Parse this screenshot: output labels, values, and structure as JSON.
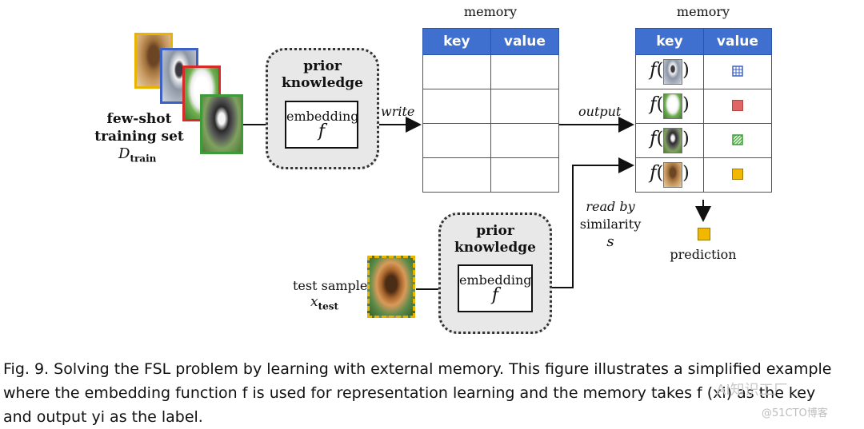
{
  "training": {
    "title_line1": "few-shot",
    "title_line2": "training set",
    "symbol": "D",
    "symbol_sub": "train",
    "photo_borders": [
      "#e8b400",
      "#3d62c4",
      "#d62b2b",
      "#3f9a3a"
    ]
  },
  "prior_box_top": {
    "title_line1": "prior",
    "title_line2": "knowledge",
    "embed_label": "embedding",
    "embed_symbol": "f"
  },
  "prior_box_bottom": {
    "title_line1": "prior",
    "title_line2": "knowledge",
    "embed_label": "embedding",
    "embed_symbol": "f"
  },
  "arrows": {
    "write": "write",
    "output": "output",
    "read_line1": "read by",
    "read_line2": "similarity",
    "read_symbol": "s"
  },
  "memory_left": {
    "title": "memory",
    "headers": [
      "key",
      "value"
    ]
  },
  "memory_right": {
    "title": "memory",
    "headers": [
      "key",
      "value"
    ],
    "rows": [
      {
        "key_symbol": "f",
        "value_color": "#3d62c4"
      },
      {
        "key_symbol": "f",
        "value_color": "#e06666"
      },
      {
        "key_symbol": "f",
        "value_color": "#6fbf5a"
      },
      {
        "key_symbol": "f",
        "value_color": "#f2b800"
      }
    ]
  },
  "prediction": {
    "label": "prediction",
    "color": "#f2b800"
  },
  "test": {
    "label": "test sample",
    "symbol": "x",
    "symbol_sub": "test",
    "border_color": "#e8b400"
  },
  "caption": {
    "line1": "Fig. 9.  Solving the FSL problem by learning with external memory. This figure illustrates a simplified example",
    "line2": "where the embedding function f is used for representation learning and the memory takes f (xi) as the key",
    "line3": "and output yi as the label."
  },
  "watermark": {
    "text1": "AI知识工厂",
    "text2": "@51CTO博客"
  }
}
